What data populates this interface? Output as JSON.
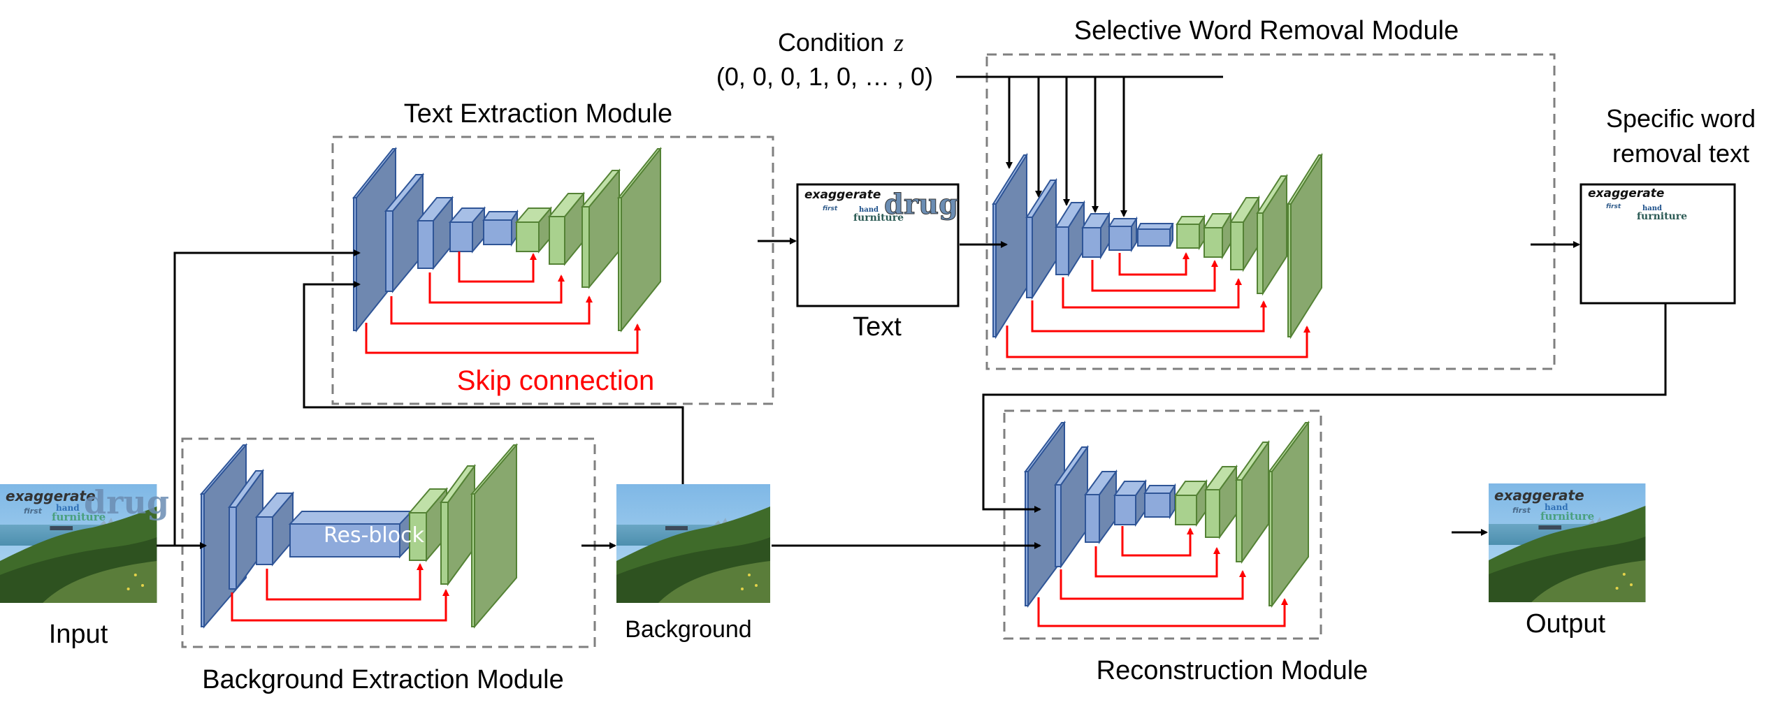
{
  "colors": {
    "enc_front": "#8eaadb",
    "enc_side": "#6f88b0",
    "enc_top": "#a7bfe6",
    "enc_stroke": "#2f5597",
    "dec_front": "#a9d18e",
    "dec_side": "#88a86e",
    "dec_top": "#c0e0a8",
    "dec_stroke": "#548235",
    "skip": "#ff0000",
    "flow": "#000000",
    "module_border": "#7f7f7f"
  },
  "labels": {
    "condition_title": "Condition",
    "condition_var": "z",
    "condition_vector": "(0, 0, 0, 1, 0, … , 0)",
    "text_extraction": "Text Extraction Module",
    "selective_removal": "Selective Word Removal Module",
    "background_extraction": "Background Extraction Module",
    "reconstruction": "Reconstruction Module",
    "skip_connection": "Skip connection",
    "res_block": "Res-block",
    "input": "Input",
    "text": "Text",
    "background": "Background",
    "specific_line1": "Specific word",
    "specific_line2": "removal text",
    "output": "Output"
  },
  "image_words": {
    "full": [
      "exaggerate",
      "drug",
      "first",
      "hand",
      "furniture"
    ],
    "removed": [
      "exaggerate",
      "first",
      "hand",
      "furniture"
    ]
  },
  "modules": {
    "text_extraction": {
      "encoder_blocks": 5,
      "decoder_blocks": 4,
      "skip_connections": 4
    },
    "selective_removal": {
      "encoder_blocks": 6,
      "decoder_blocks": 5,
      "skip_connections": 5,
      "condition_inputs": 5
    },
    "background_extraction": {
      "encoder_blocks": 3,
      "res_block": 1,
      "decoder_blocks": 3,
      "skip_connections": 2
    },
    "reconstruction": {
      "encoder_blocks": 5,
      "decoder_blocks": 4,
      "skip_connections": 4
    }
  }
}
